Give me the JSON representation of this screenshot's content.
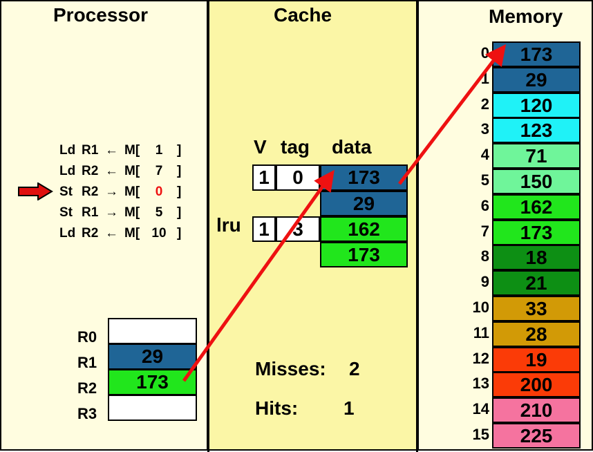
{
  "panels": {
    "processor": "Processor",
    "cache": "Cache",
    "memory": "Memory"
  },
  "instructions": [
    {
      "op": "Ld",
      "reg": "R1",
      "arrow": "←",
      "mem": "M[",
      "addr": "1",
      "close": "]"
    },
    {
      "op": "Ld",
      "reg": "R2",
      "arrow": "←",
      "mem": "M[",
      "addr": "7",
      "close": "]"
    },
    {
      "op": "St",
      "reg": "R2",
      "arrow": "→",
      "mem": "M[",
      "addr": "0",
      "close": "]"
    },
    {
      "op": "St",
      "reg": "R1",
      "arrow": "→",
      "mem": "M[",
      "addr": "5",
      "close": "]"
    },
    {
      "op": "Ld",
      "reg": "R2",
      "arrow": "←",
      "mem": "M[",
      "addr": "10",
      "close": "]"
    }
  ],
  "current_instruction": 2,
  "registers": [
    {
      "name": "R0",
      "value": "",
      "color": "#ffffff"
    },
    {
      "name": "R1",
      "value": "29",
      "color": "#1f6596"
    },
    {
      "name": "R2",
      "value": "173",
      "color": "#21e61c"
    },
    {
      "name": "R3",
      "value": "",
      "color": "#ffffff"
    }
  ],
  "cache": {
    "headers": {
      "v": "V",
      "tag": "tag",
      "data": "data"
    },
    "lru_label": "lru",
    "lines": [
      {
        "v": "1",
        "tag": "0",
        "data": [
          {
            "value": "173",
            "color": "#1f6596"
          },
          {
            "value": "29",
            "color": "#1f6596"
          }
        ]
      },
      {
        "v": "1",
        "tag": "3",
        "data": [
          {
            "value": "162",
            "color": "#21e61c"
          },
          {
            "value": "173",
            "color": "#21e61c"
          }
        ]
      }
    ],
    "misses_label": "Misses:",
    "misses": "2",
    "hits_label": "Hits:",
    "hits": "1"
  },
  "memory": [
    {
      "addr": "0",
      "value": "173",
      "color": "#1f6596"
    },
    {
      "addr": "1",
      "value": "29",
      "color": "#1f6596"
    },
    {
      "addr": "2",
      "value": "120",
      "color": "#1ff2f7"
    },
    {
      "addr": "3",
      "value": "123",
      "color": "#1ff2f7"
    },
    {
      "addr": "4",
      "value": "71",
      "color": "#6ff59a"
    },
    {
      "addr": "5",
      "value": "150",
      "color": "#6ff59a"
    },
    {
      "addr": "6",
      "value": "162",
      "color": "#21e61c"
    },
    {
      "addr": "7",
      "value": "173",
      "color": "#21e61c"
    },
    {
      "addr": "8",
      "value": "18",
      "color": "#0d8f14"
    },
    {
      "addr": "9",
      "value": "21",
      "color": "#0d8f14"
    },
    {
      "addr": "10",
      "value": "33",
      "color": "#d29a06"
    },
    {
      "addr": "11",
      "value": "28",
      "color": "#d29a06"
    },
    {
      "addr": "12",
      "value": "19",
      "color": "#fb3b07"
    },
    {
      "addr": "13",
      "value": "200",
      "color": "#fb3b07"
    },
    {
      "addr": "14",
      "value": "210",
      "color": "#f5739f"
    },
    {
      "addr": "15",
      "value": "225",
      "color": "#f5739f"
    }
  ],
  "colors": {
    "arrow": "#ee1111",
    "highlight_addr": "#ee1111"
  }
}
